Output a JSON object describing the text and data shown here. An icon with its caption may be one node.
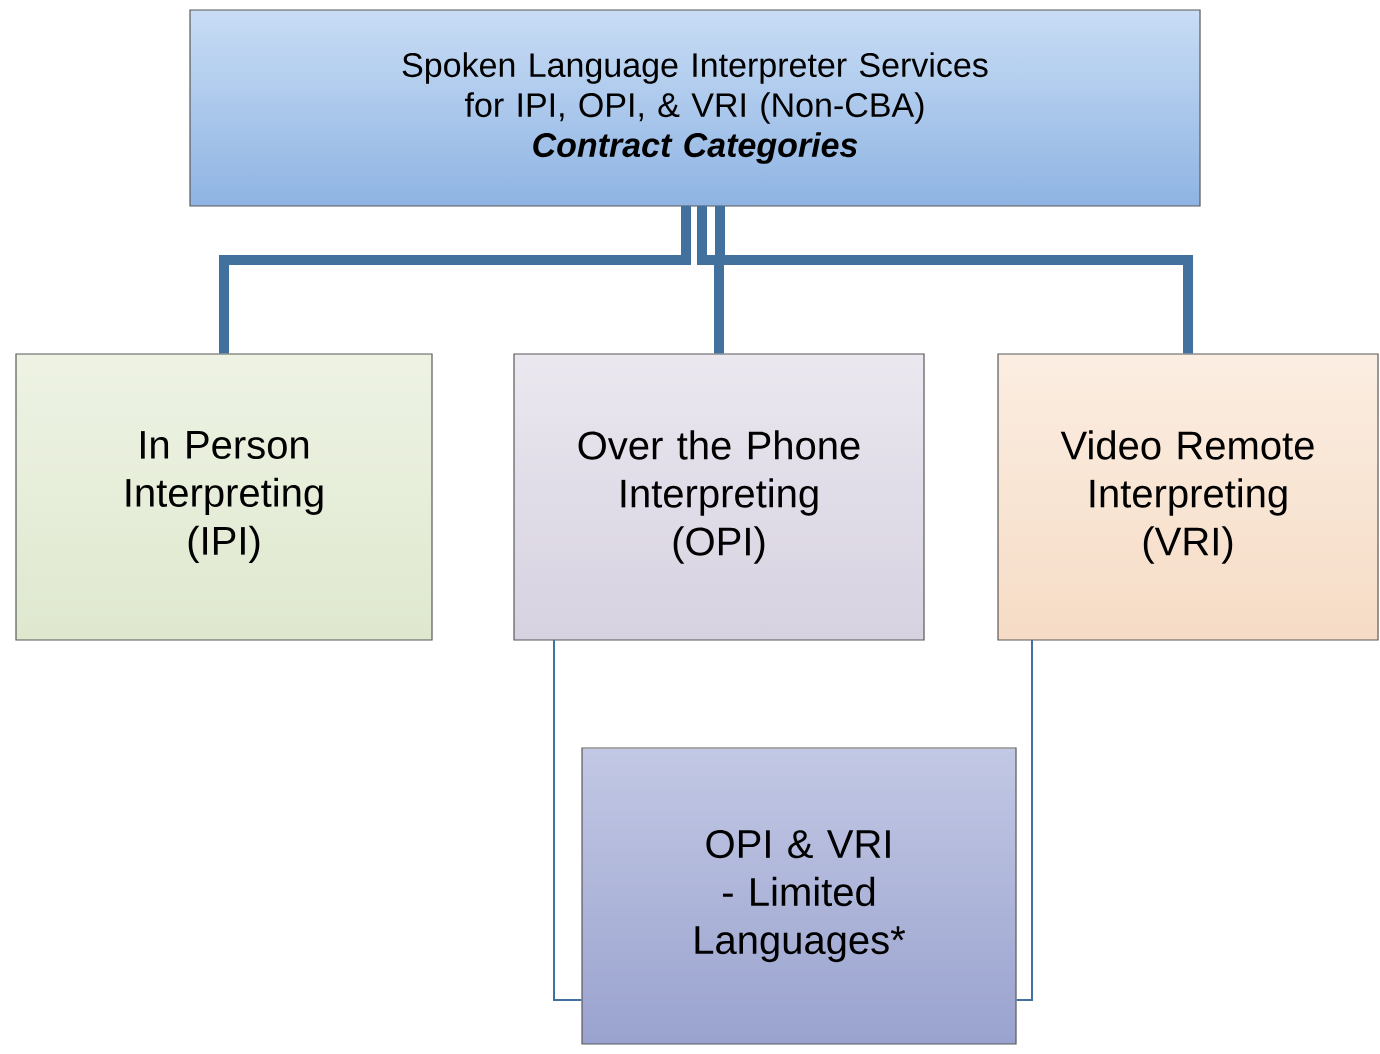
{
  "diagram": {
    "nodes": [
      {
        "text": [
          "Spoken Language Interpreter Services for IPI, OPI, & VRI (Non-CBA)",
          "Contract Categories"
        ]
      },
      {
        "text": [
          "In Person Interpreting (IPI)"
        ]
      },
      {
        "text": [
          "Over the Phone Interpreting (OPI)"
        ]
      },
      {
        "text": [
          "Video Remote Interpreting (VRI)"
        ]
      },
      {
        "text": [
          "OPI & VRI - Limited Languages*"
        ]
      }
    ],
    "edges": [
      {
        "from": 0,
        "to": 1,
        "arrow": "none"
      },
      {
        "from": 0,
        "to": 2,
        "arrow": "none"
      },
      {
        "from": 0,
        "to": 3,
        "arrow": "none"
      },
      {
        "from": 2,
        "to": 4,
        "arrow": "none"
      },
      {
        "from": 3,
        "to": 4,
        "arrow": "none"
      }
    ]
  }
}
